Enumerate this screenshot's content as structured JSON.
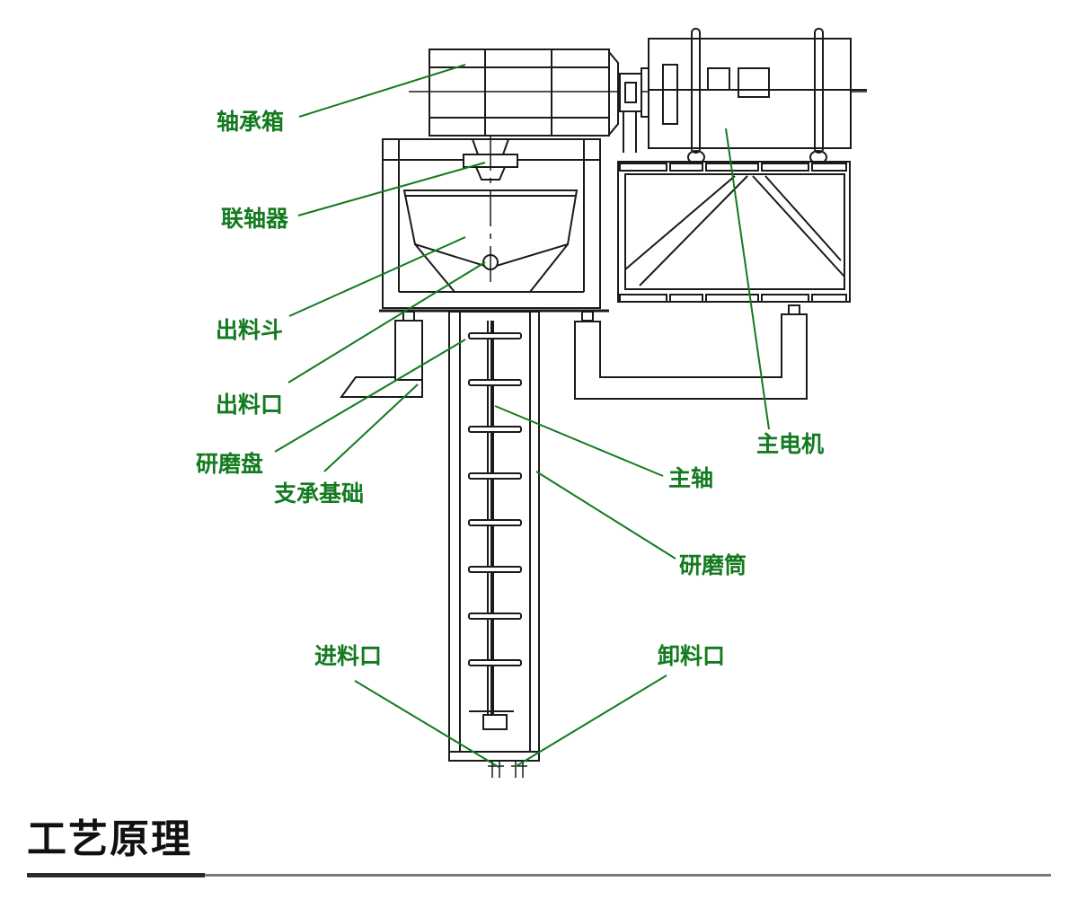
{
  "labels": {
    "bearing_box": "轴承箱",
    "coupling": "联轴器",
    "discharge_hopper": "出料斗",
    "discharge_outlet": "出料口",
    "grinding_disc": "研磨盘",
    "support_base": "支承基础",
    "main_motor": "主电机",
    "main_shaft": "主轴",
    "grinding_cylinder": "研磨筒",
    "feed_inlet": "进料口",
    "unloading_outlet": "卸料口"
  },
  "section": {
    "title": "工艺原理"
  },
  "colors": {
    "label": "#137a1f",
    "leader": "#137a1f",
    "drawing": "#1a1a1a",
    "rule_dark": "#2b2b2b",
    "rule_light": "#7a7a7a"
  }
}
